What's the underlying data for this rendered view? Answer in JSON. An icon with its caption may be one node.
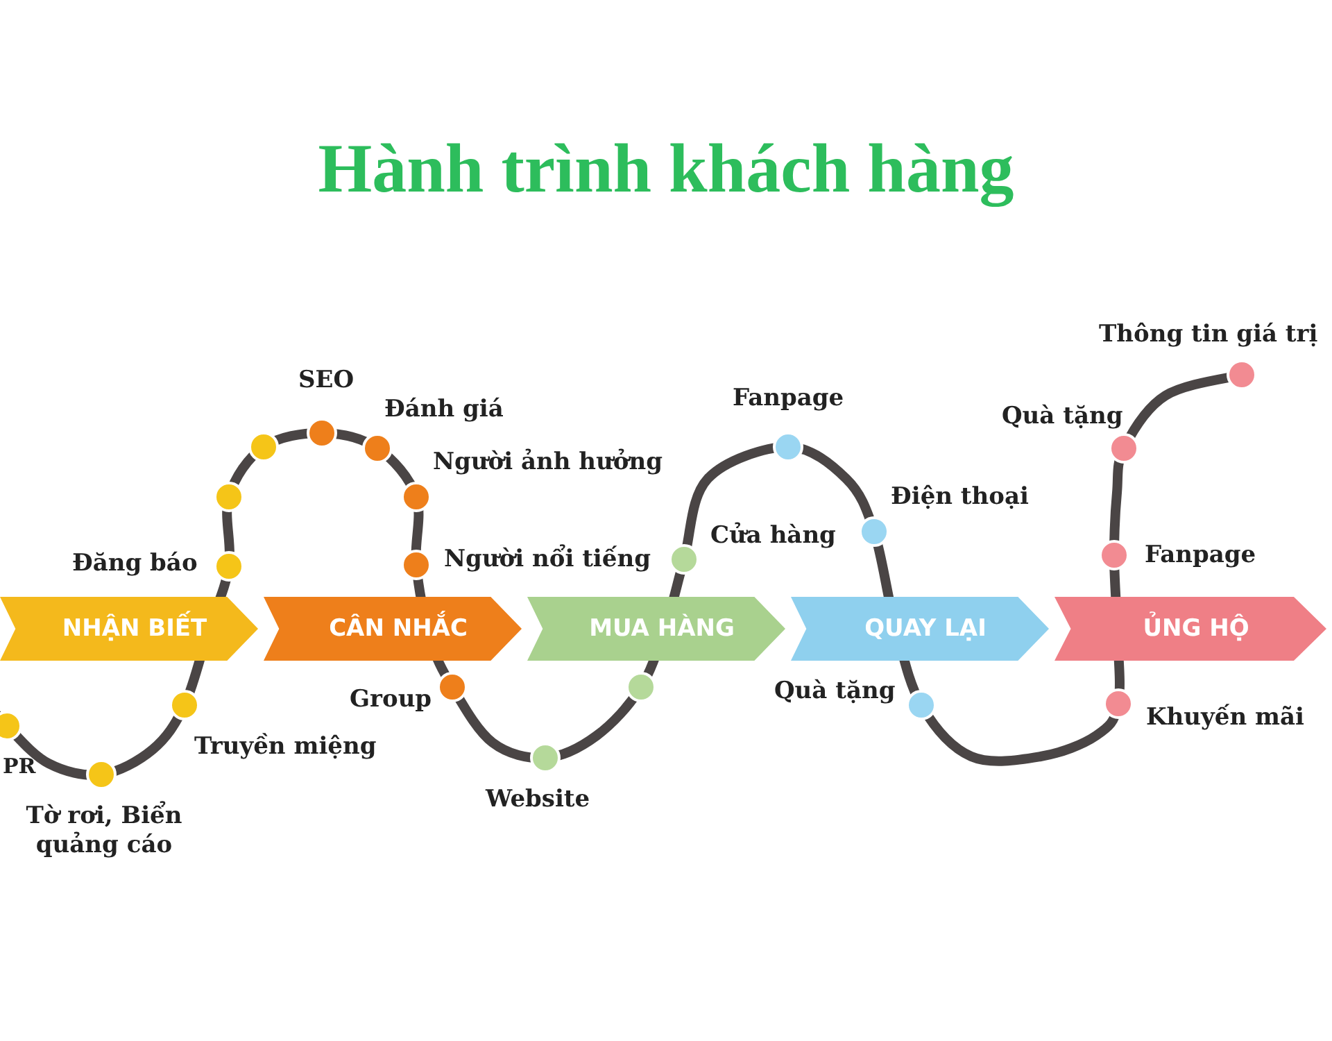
{
  "diagram": {
    "title": "Hành trình khách hàng",
    "nodes": [
      {
        "text": [
          "NHẬN BIẾT"
        ]
      },
      {
        "text": [
          "CÂN NHẮC"
        ]
      },
      {
        "text": [
          "MUA HÀNG"
        ]
      },
      {
        "text": [
          "QUAY LẠI"
        ]
      },
      {
        "text": [
          "ỦNG HỘ"
        ]
      }
    ],
    "labels": [
      "PR",
      "Tờ rơi, Biển quảng cáo",
      "Truyền miệng",
      "Đăng báo",
      "SEO",
      "Đánh giá",
      "Người ảnh hưởng",
      "Người nổi tiếng",
      "Group",
      "Website",
      "Cửa hàng",
      "Fanpage",
      "Điện thoại",
      "Quà tặng",
      "Quà tặng",
      "Fanpage",
      "Khuyến mãi",
      "Thông tin giá trị"
    ]
  }
}
